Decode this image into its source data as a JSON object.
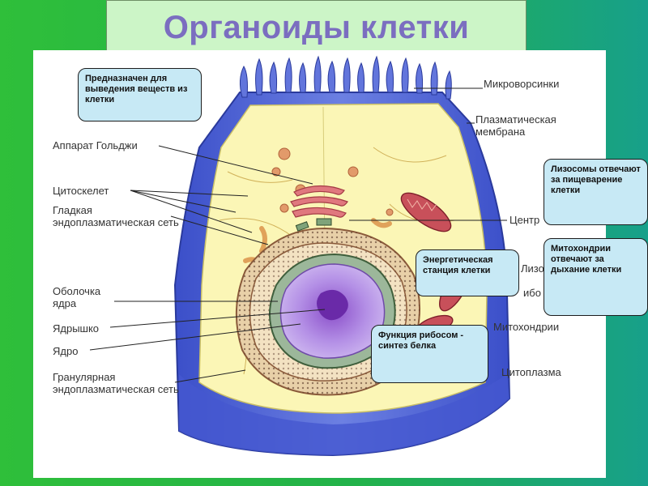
{
  "title": "Органоиды клетки",
  "labels": {
    "microvilli": "Микроворсинки",
    "plasma_membrane": "Плазматическая мембрана",
    "golgi": "Аппарат Гольджи",
    "cytoskeleton": "Цитоскелет",
    "smooth_er": "Гладкая эндоплазматическая сеть",
    "centriole": "Центр",
    "lysosomes_partial": "Лизо",
    "ribosomes_partial": "ибо",
    "nuclear_envelope": "Оболочка ядра",
    "nucleolus": "Ядрышко",
    "nucleus": "Ядро",
    "rough_er": "Гранулярная эндоплазматическая сеть",
    "mitochondria": "Митохондрии",
    "cytoplasma": "Цитоплазма"
  },
  "callouts": {
    "golgi_function": "Предназначен для выведения веществ из клетки",
    "lysosomes_function": "Лизосомы отвечают за пищеварение клетки",
    "mitochondria_function": "Митохондрии отвечают за дыхание клетки",
    "energy_station": "Энергетическая станция клетки",
    "ribosome_function": "Функция рибосом - синтез белка"
  },
  "colors": {
    "membrane_blue": "#5b6fd6",
    "cytoplasm_yellow": "#fbf6b6",
    "nucleus_purple": "#b490e6",
    "mitochondria_red": "#c8505a",
    "callout_bg": "#c7e9f5",
    "title_color": "#7b6ec0"
  }
}
